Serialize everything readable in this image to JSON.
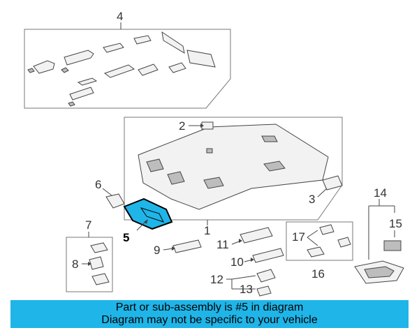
{
  "callouts": {
    "p1": "1",
    "p2": "2",
    "p3": "3",
    "p4": "4",
    "p5": "5",
    "p6": "6",
    "p7": "7",
    "p8": "8",
    "p9": "9",
    "p10": "10",
    "p11": "11",
    "p12": "12",
    "p13": "13",
    "p14": "14",
    "p15": "15",
    "p16": "16",
    "p17": "17"
  },
  "highlight": {
    "part": "5",
    "color": "#1fb5e8"
  },
  "banner": {
    "line1": "Part or sub-assembly is #5 in diagram",
    "line2": "Diagram may not be specific to your vehicle",
    "color": "#1fb5e8"
  }
}
